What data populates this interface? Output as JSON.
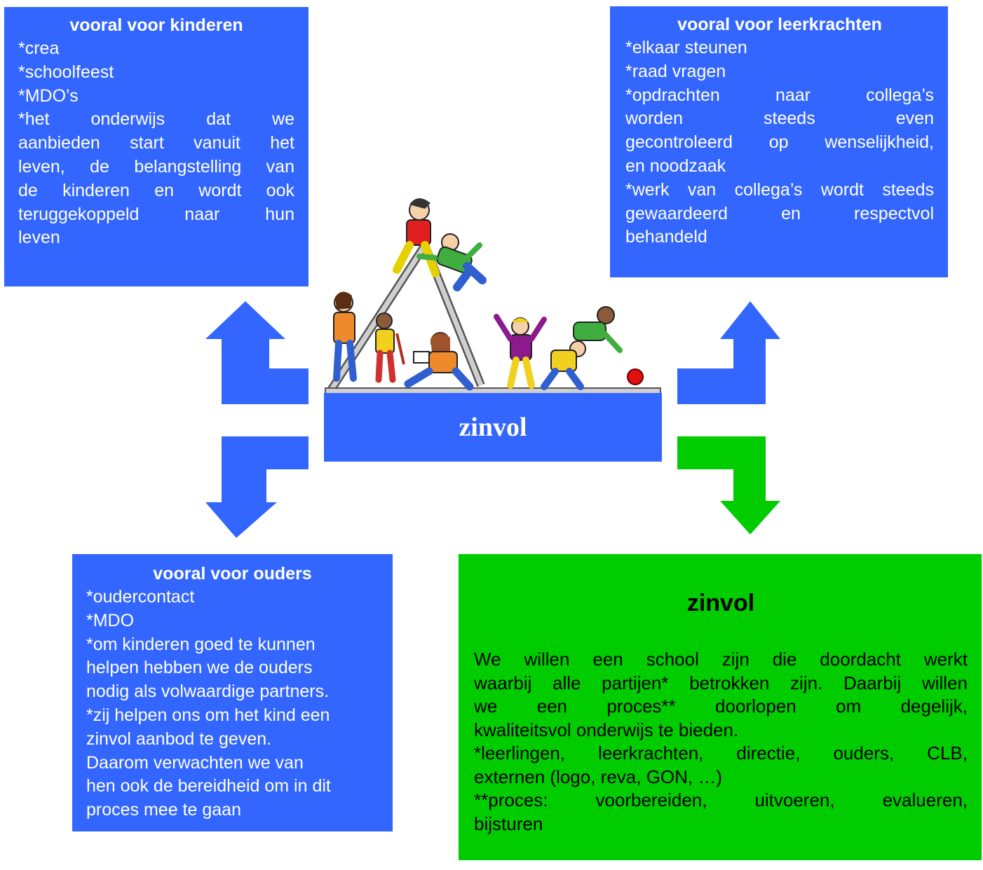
{
  "center": {
    "label": "zinvol"
  },
  "kinderen": {
    "title": "vooral voor kinderen",
    "lines": [
      {
        "text": "*crea",
        "align": "left"
      },
      {
        "text": "*schoolfeest",
        "align": "left"
      },
      {
        "text": "*MDO’s",
        "align": "left"
      },
      {
        "text": "*het onderwijs dat we",
        "align": "just"
      },
      {
        "text": "aanbieden start vanuit het",
        "align": "just"
      },
      {
        "text": "leven, de belangstelling van",
        "align": "just"
      },
      {
        "text": "de kinderen en wordt ook",
        "align": "just"
      },
      {
        "text": "teruggekoppeld naar hun",
        "align": "just"
      },
      {
        "text": "leven",
        "align": "left"
      }
    ]
  },
  "leerkrachten": {
    "title": "vooral voor leerkrachten",
    "lines": [
      {
        "text": "*elkaar steunen",
        "align": "left"
      },
      {
        "text": "*raad vragen",
        "align": "left"
      },
      {
        "text": "*opdrachten naar collega’s",
        "align": "just"
      },
      {
        "text": "worden steeds even",
        "align": "just"
      },
      {
        "text": "gecontroleerd op wenselijkheid,",
        "align": "just"
      },
      {
        "text": "en noodzaak",
        "align": "left"
      },
      {
        "text": "*werk van collega’s wordt steeds",
        "align": "just"
      },
      {
        "text": "gewaardeerd en respectvol",
        "align": "just"
      },
      {
        "text": "behandeld",
        "align": "left"
      }
    ]
  },
  "ouders": {
    "title": "vooral voor ouders",
    "lines": [
      {
        "text": "*oudercontact",
        "align": "left"
      },
      {
        "text": "*MDO",
        "align": "left"
      },
      {
        "text": "*om kinderen goed te kunnen",
        "align": "left"
      },
      {
        "text": "helpen hebben we de ouders",
        "align": "left"
      },
      {
        "text": "nodig als volwaardige partners.",
        "align": "left"
      },
      {
        "text": "*zij helpen ons om het kind een",
        "align": "left"
      },
      {
        "text": "zinvol aanbod te geven.",
        "align": "left"
      },
      {
        "text": "Daarom verwachten we van",
        "align": "left"
      },
      {
        "text": "hen ook de bereidheid om in dit",
        "align": "left"
      },
      {
        "text": "proces mee te gaan",
        "align": "left"
      }
    ]
  },
  "zinvol": {
    "title": "zinvol",
    "lines": [
      {
        "text": "We willen een school zijn die doordacht werkt",
        "align": "just"
      },
      {
        "text": "waarbij alle partijen* betrokken zijn. Daarbij willen",
        "align": "just"
      },
      {
        "text": "we een proces** doorlopen om degelijk,",
        "align": "just"
      },
      {
        "text": "kwaliteitsvol onderwijs te bieden.",
        "align": "left"
      },
      {
        "text": "*leerlingen, leerkrachten, directie, ouders, CLB,",
        "align": "just"
      },
      {
        "text": "externen (logo, reva, GON, …)",
        "align": "left"
      },
      {
        "text": "**proces: voorbereiden, uitvoeren, evalueren,",
        "align": "just"
      },
      {
        "text": "bijsturen",
        "align": "left"
      }
    ]
  },
  "colors": {
    "blue": "#3366ff",
    "green": "#00cc00"
  }
}
